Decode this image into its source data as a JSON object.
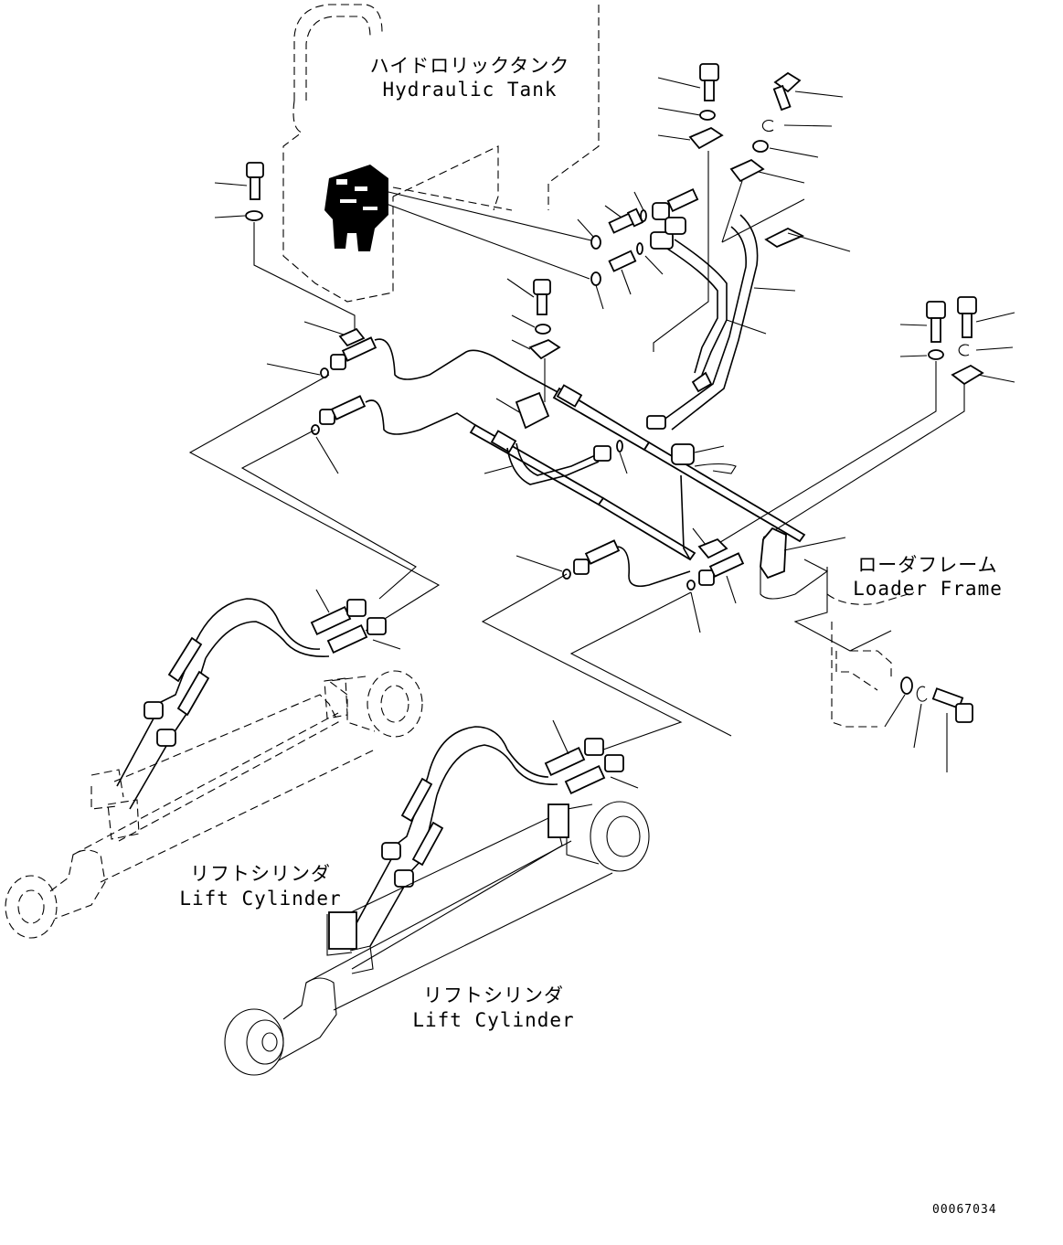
{
  "labels": {
    "tank_jp": "ハイドロリックタンク",
    "tank_en": "Hydraulic Tank",
    "frame_jp": "ローダフレーム",
    "frame_en": "Loader Frame",
    "cyl1_jp": "リフトシリンダ",
    "cyl1_en": "Lift Cylinder",
    "cyl2_jp": "リフトシリンダ",
    "cyl2_en": "Lift Cylinder"
  },
  "drawing_code": "00067034"
}
